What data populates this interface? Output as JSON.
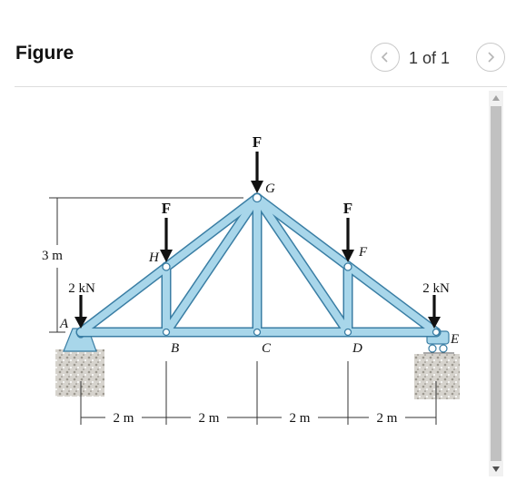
{
  "header": {
    "title": "Figure",
    "page_counter": "1 of 1"
  },
  "figure": {
    "force_label": "F",
    "load_label": "2 kN",
    "height_dim": "3 m",
    "span_dim": "2 m",
    "joints": {
      "A": "A",
      "B": "B",
      "C": "C",
      "D": "D",
      "E": "E",
      "F": "F",
      "G": "G",
      "H": "H"
    }
  },
  "colors": {
    "member_fill": "#a8d6ea",
    "member_stroke": "#3a7ea4",
    "divider": "#dddddd",
    "scroll_thumb": "#c1c1c1"
  }
}
